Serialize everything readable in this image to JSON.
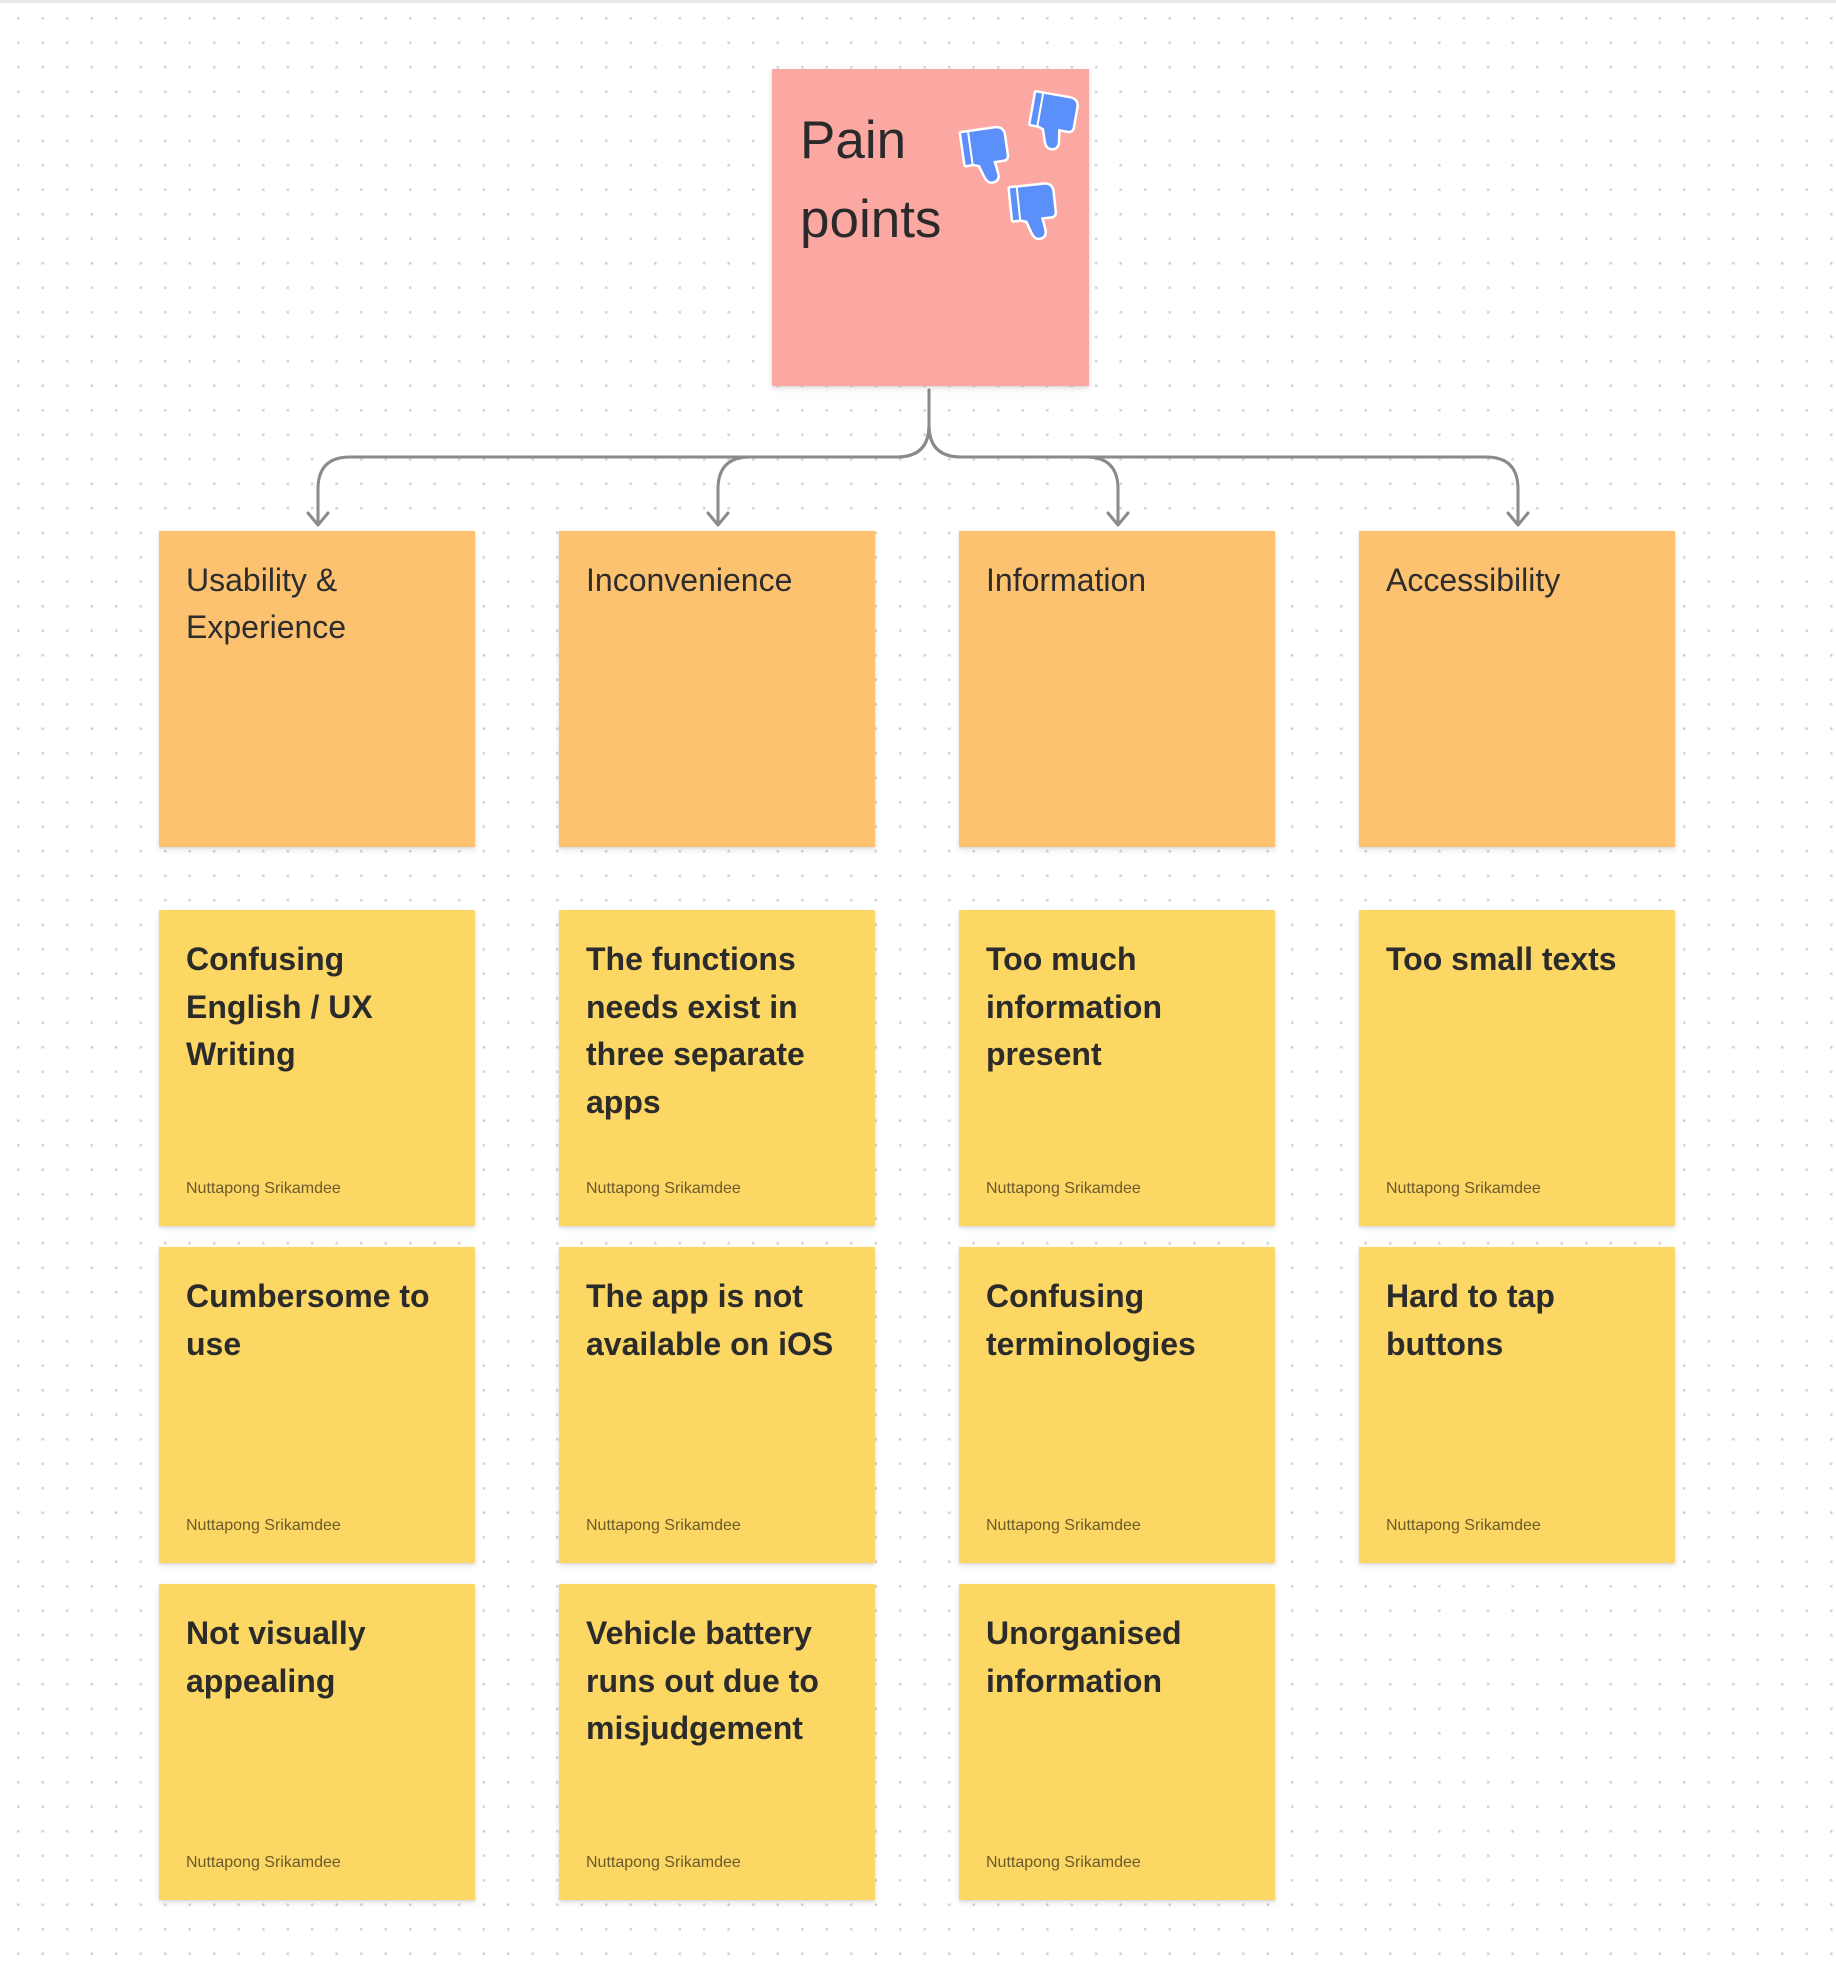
{
  "board": {
    "title": "Pain points",
    "reaction_icon": "thumbs-down-icon",
    "colors": {
      "title_note": "#fca8a2",
      "category_note": "#fdc270",
      "item_note": "#fdd764",
      "reaction": "#5b8ff9",
      "connector": "#8a8a8a"
    },
    "categories": [
      {
        "label": "Usability & Experience",
        "notes": [
          {
            "text": "Confusing English / UX Writing",
            "author": "Nuttapong Srikamdee"
          },
          {
            "text": "Cumbersome to use",
            "author": "Nuttapong Srikamdee"
          },
          {
            "text": "Not visually appealing",
            "author": "Nuttapong Srikamdee"
          }
        ]
      },
      {
        "label": "Inconvenience",
        "notes": [
          {
            "text": "The functions needs exist in three separate apps",
            "author": "Nuttapong Srikamdee"
          },
          {
            "text": "The app is not available on iOS",
            "author": "Nuttapong Srikamdee"
          },
          {
            "text": "Vehicle battery runs out due to misjudgement",
            "author": "Nuttapong Srikamdee"
          }
        ]
      },
      {
        "label": "Information",
        "notes": [
          {
            "text": "Too much information present",
            "author": "Nuttapong Srikamdee"
          },
          {
            "text": "Confusing terminologies",
            "author": "Nuttapong Srikamdee"
          },
          {
            "text": "Unorganised information",
            "author": "Nuttapong Srikamdee"
          }
        ]
      },
      {
        "label": "Accessibility",
        "notes": [
          {
            "text": "Too small texts",
            "author": "Nuttapong Srikamdee"
          },
          {
            "text": "Hard to tap buttons",
            "author": "Nuttapong Srikamdee"
          }
        ]
      }
    ]
  }
}
